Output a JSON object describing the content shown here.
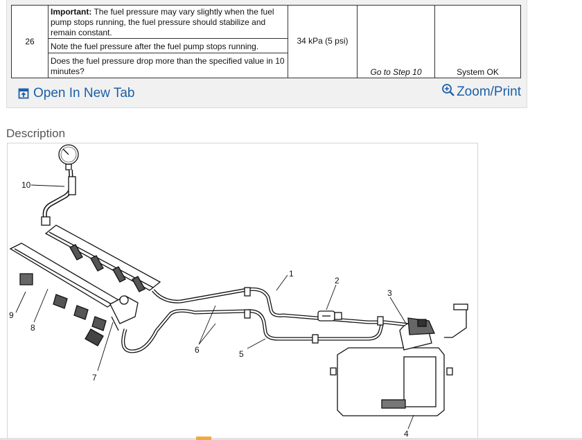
{
  "table": {
    "step": "26",
    "important_label": "Important:",
    "important_text": " The fuel pressure may vary slightly when the fuel pump stops running, the fuel pressure should stabilize and remain constant.",
    "note_text": "Note the fuel pressure after the fuel pump stops running.",
    "question_text": "Does the fuel pressure drop more than the specified value in 10 minutes?",
    "value": "34 kPa (5 psi)",
    "yes_action": "Go to Step 10",
    "no_action": "System OK"
  },
  "links": {
    "open_new_tab": "Open In New Tab",
    "zoom_print": "Zoom/Print"
  },
  "description": {
    "label": "Description"
  },
  "figure": {
    "labels": [
      "1",
      "2",
      "3",
      "4",
      "5",
      "6",
      "7",
      "8",
      "9",
      "10"
    ]
  },
  "colors": {
    "link": "#1b5fa8",
    "accent": "#f2a93b"
  }
}
